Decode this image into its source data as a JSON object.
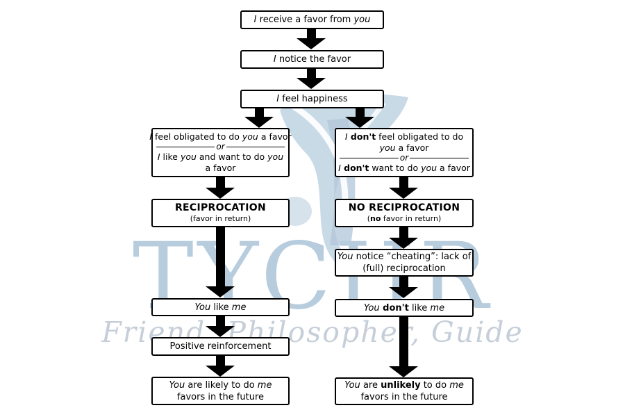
{
  "watermark": {
    "brand": "TYCHR",
    "tagline": "Friend, Philosopher, Guide",
    "brand_color": "#b7ccdd",
    "tagline_color": "#c6cfd9",
    "logo_color": "#c9dae7"
  },
  "colors": {
    "box_border": "#000000",
    "arrow": "#000000",
    "background": "#ffffff"
  },
  "fc": {
    "b1": [
      "I",
      " receive a favor from ",
      "you"
    ],
    "b2": [
      "I",
      " notice the favor"
    ],
    "b3": [
      "I",
      " feel happiness"
    ],
    "bL1": {
      "row1": [
        "I",
        " feel obligated to do ",
        "you",
        " a favor"
      ],
      "or": "or",
      "row2": [
        "I",
        " like ",
        "you",
        " and want to do ",
        "you"
      ],
      "row3": "a favor"
    },
    "bR1": {
      "row1": [
        "I",
        " don't",
        " feel obligated to do"
      ],
      "row2": [
        "you",
        " a favor"
      ],
      "or": "or",
      "row3": [
        "I",
        " don't",
        " want to do ",
        "you",
        " a favor"
      ]
    },
    "bL2": {
      "title": "RECIPROCATION",
      "sub": "(favor in return)"
    },
    "bR2": {
      "title": "NO RECIPROCATION",
      "sub": [
        "(",
        "no",
        " favor in return)"
      ]
    },
    "bR3": {
      "row1": [
        "You",
        " notice “cheating”: lack of"
      ],
      "row2": "(full) reciprocation"
    },
    "bL3": [
      "You",
      " like ",
      "me"
    ],
    "bR4": [
      "You",
      " don't",
      " like ",
      "me"
    ],
    "bL4": "Positive reinforcement",
    "bL5": {
      "row1": [
        "You",
        " are likely to do ",
        "me"
      ],
      "row2": "favors in the future"
    },
    "bR5": {
      "row1": [
        "You",
        " are ",
        "unlikely",
        " to do ",
        "me"
      ],
      "row2": "favors in the future"
    }
  }
}
